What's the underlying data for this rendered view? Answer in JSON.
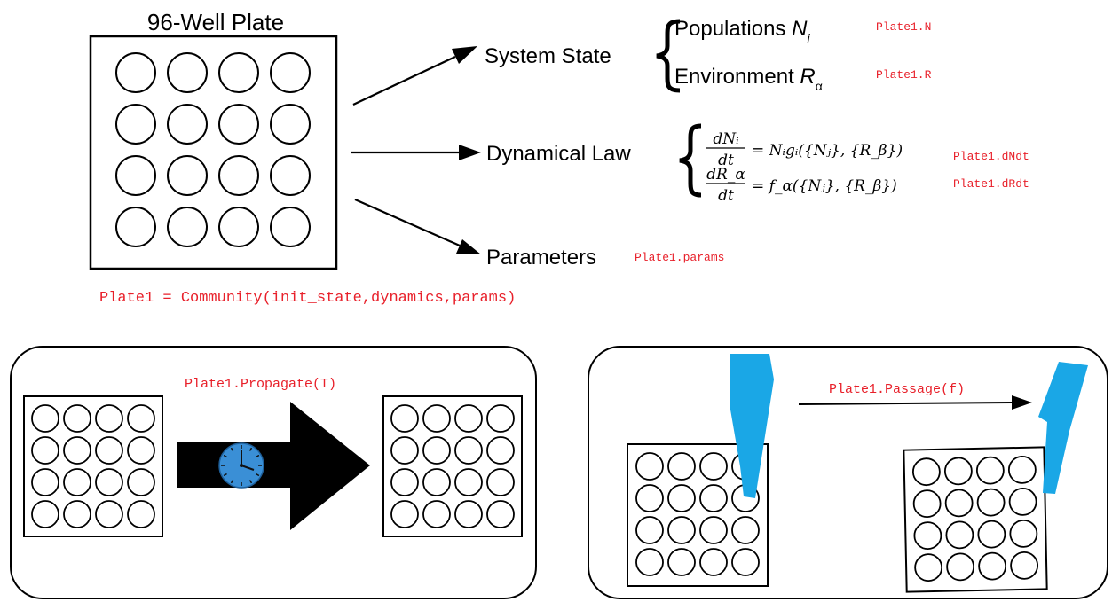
{
  "title": "96-Well Plate",
  "state": {
    "label": "System State",
    "populations": {
      "text": "Populations ",
      "sym": "N",
      "sub": "i",
      "code": "Plate1.N"
    },
    "environment": {
      "text": "Environment ",
      "sym": "R",
      "sub": "α",
      "code": "Plate1.R"
    }
  },
  "law": {
    "label": "Dynamical Law",
    "eq1": {
      "num": "dNᵢ",
      "den": "dt",
      "rhs": "= Nᵢgᵢ({Nⱼ}, {R_β})",
      "code": "Plate1.dNdt"
    },
    "eq2": {
      "num": "dR_α",
      "den": "dt",
      "rhs": "= f_α({Nⱼ}, {R_β})",
      "code": "Plate1.dRdt"
    }
  },
  "params": {
    "label": "Parameters",
    "code": "Plate1.params"
  },
  "constructor_code": "Plate1 = Community(init_state,dynamics,params)",
  "propagate": {
    "code": "Plate1.Propagate(T)",
    "icon": "clock-icon"
  },
  "passage": {
    "code": "Plate1.Passage(f)",
    "icon": "pipette-icon"
  },
  "colors": {
    "code": "#e8202a",
    "clock": "#3a8fd6",
    "pipette": "#1aa7e6",
    "ink": "#000000"
  }
}
